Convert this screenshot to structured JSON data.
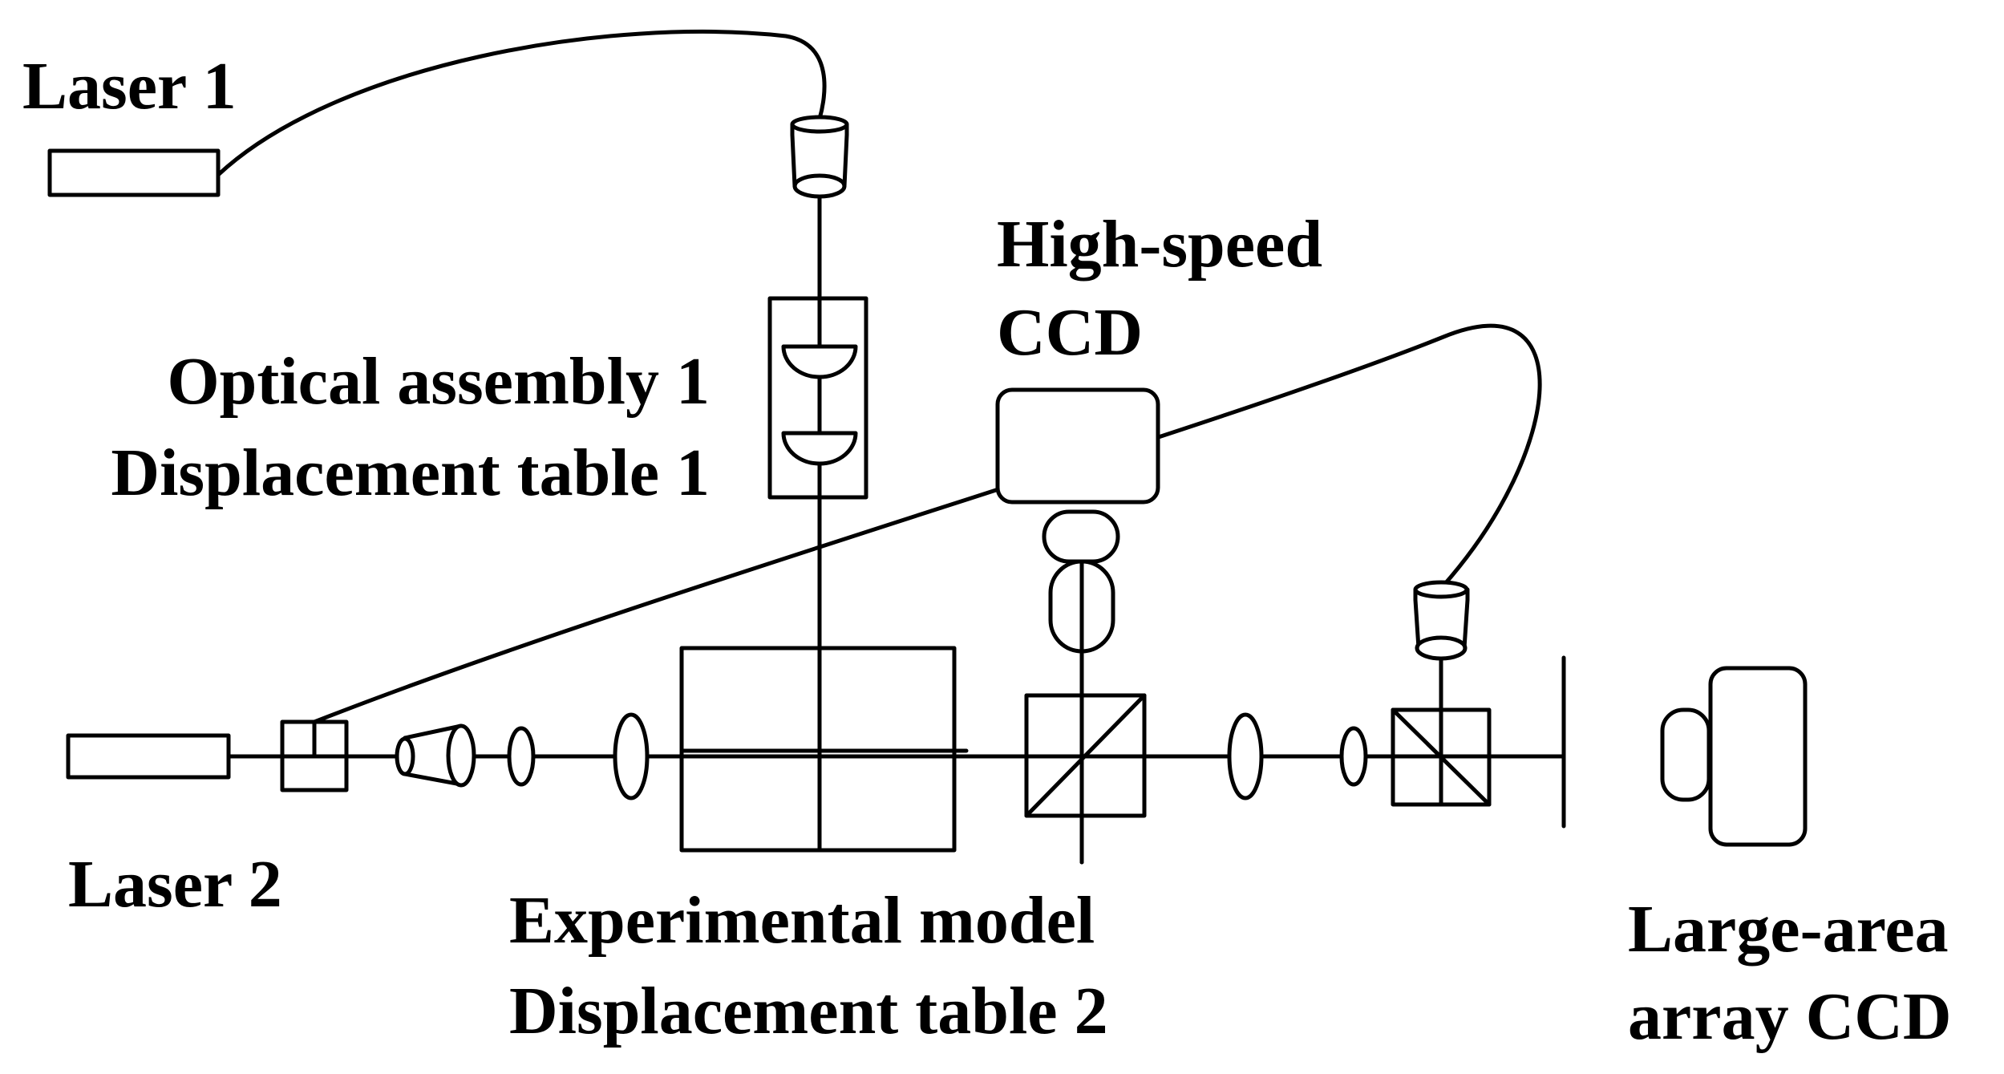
{
  "labels": {
    "laser1": "Laser 1",
    "laser2": "Laser 2",
    "optical_assembly": "Optical assembly 1",
    "displacement_table_1": "Displacement table 1",
    "high_speed_line1": "High-speed",
    "high_speed_line2": "CCD",
    "experimental_model": "Experimental model",
    "displacement_table_2": "Displacement table 2",
    "large_area_line1": "Large-area",
    "large_area_line2": "array CCD"
  }
}
